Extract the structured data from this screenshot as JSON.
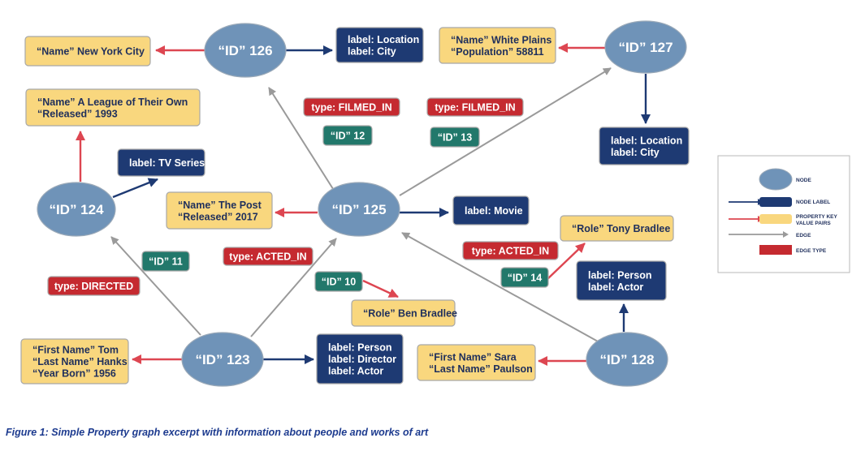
{
  "colors": {
    "node_fill": "#6f93b8",
    "label_fill": "#1e3a73",
    "property_fill": "#f9d77e",
    "edge_type_fill": "#c52a30",
    "edge_id_fill": "#22786b",
    "gray_edge": "#9a9a9a",
    "label_arrow": "#1e3a73",
    "property_arrow": "#dd4651"
  },
  "nodes": [
    {
      "id": "n126",
      "text": "“ID” 126"
    },
    {
      "id": "n127",
      "text": "“ID” 127"
    },
    {
      "id": "n124",
      "text": "“ID” 124"
    },
    {
      "id": "n125",
      "text": "“ID” 125"
    },
    {
      "id": "n123",
      "text": "“ID” 123"
    },
    {
      "id": "n128",
      "text": "“ID” 128"
    }
  ],
  "labels": [
    {
      "id": "l126",
      "lines": [
        "label: Location",
        "label: City"
      ]
    },
    {
      "id": "l127",
      "lines": [
        "label: Location",
        "label: City"
      ]
    },
    {
      "id": "l124",
      "lines": [
        "label: TV Series"
      ]
    },
    {
      "id": "l125",
      "lines": [
        "label: Movie"
      ]
    },
    {
      "id": "l123",
      "lines": [
        "label: Person",
        "label: Director",
        "label: Actor"
      ]
    },
    {
      "id": "l128",
      "lines": [
        "label: Person",
        "label: Actor"
      ]
    }
  ],
  "properties": [
    {
      "id": "p126",
      "lines": [
        "“Name” New York City"
      ]
    },
    {
      "id": "p127",
      "lines": [
        "“Name” White Plains",
        "“Population” 58811"
      ]
    },
    {
      "id": "p124",
      "lines": [
        "“Name” A League of Their Own",
        "“Released” 1993"
      ]
    },
    {
      "id": "p125",
      "lines": [
        "“Name” The Post",
        "“Released” 2017"
      ]
    },
    {
      "id": "p123",
      "lines": [
        "“First Name” Tom",
        "“Last Name” Hanks",
        "“Year Born” 1956"
      ]
    },
    {
      "id": "p128",
      "lines": [
        "“First Name” Sara",
        "“Last Name” Paulson"
      ]
    },
    {
      "id": "pe10",
      "lines": [
        "“Role” Ben Bradlee"
      ]
    },
    {
      "id": "pe14",
      "lines": [
        "“Role” Tony Bradlee"
      ]
    }
  ],
  "edge_types": [
    {
      "id": "t12",
      "text": "type: FILMED_IN"
    },
    {
      "id": "t13",
      "text": "type: FILMED_IN"
    },
    {
      "id": "t10",
      "text": "type: ACTED_IN"
    },
    {
      "id": "t14",
      "text": "type: ACTED_IN"
    },
    {
      "id": "t11",
      "text": "type: DIRECTED"
    }
  ],
  "edge_ids": [
    {
      "id": "e12",
      "text": "“ID” 12"
    },
    {
      "id": "e13",
      "text": "“ID” 13"
    },
    {
      "id": "e11",
      "text": "“ID” 11"
    },
    {
      "id": "e10",
      "text": "“ID” 10"
    },
    {
      "id": "e14",
      "text": "“ID” 14"
    }
  ],
  "legend": {
    "node": "NODE",
    "node_label": "NODE LABEL",
    "property": [
      "PROPERTY KEY",
      "VALUE PAIRS"
    ],
    "edge": "EDGE",
    "edge_type": "EDGE TYPE"
  },
  "caption": "Figure 1: Simple Property graph excerpt with information about people and works of art"
}
